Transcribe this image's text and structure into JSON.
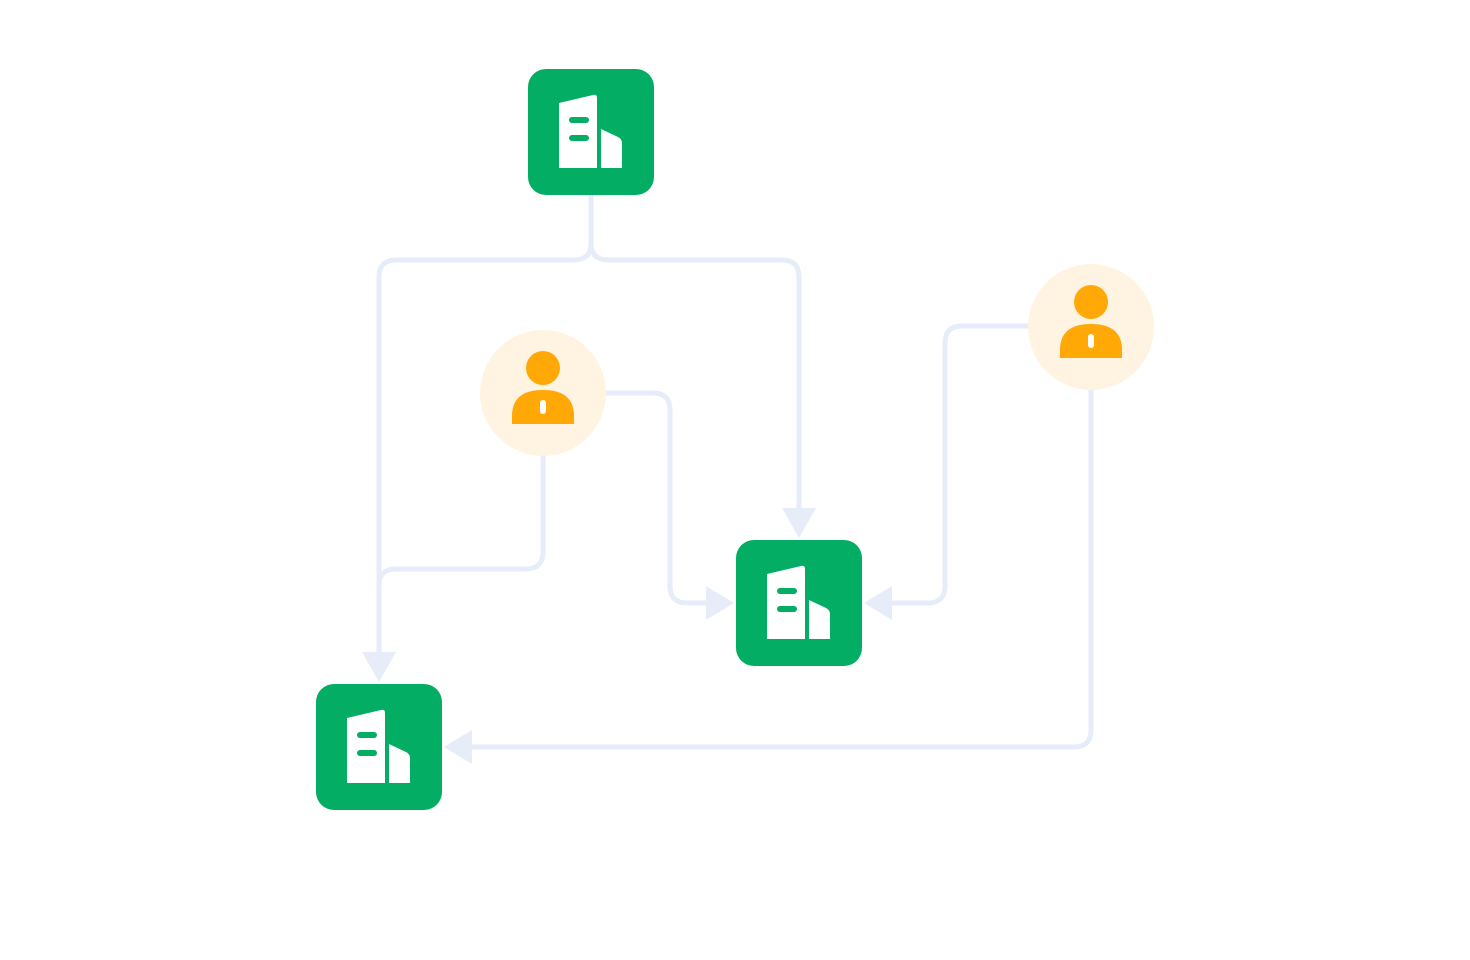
{
  "colors": {
    "company_fill": "#03ad63",
    "company_icon": "#ffffff",
    "person_bg": "#fff4e2",
    "person_icon": "#ffa806",
    "edge": "#e6edf8",
    "background": "#ffffff"
  },
  "nodes": [
    {
      "id": "company-top",
      "type": "company",
      "icon": "building-icon"
    },
    {
      "id": "company-middle",
      "type": "company",
      "icon": "building-icon"
    },
    {
      "id": "company-bottom",
      "type": "company",
      "icon": "building-icon"
    },
    {
      "id": "person-left",
      "type": "person",
      "icon": "person-icon"
    },
    {
      "id": "person-right",
      "type": "person",
      "icon": "person-icon"
    }
  ],
  "edges": [
    {
      "from": "company-top",
      "to": "company-bottom"
    },
    {
      "from": "company-top",
      "to": "company-middle"
    },
    {
      "from": "person-left",
      "to": "company-middle"
    },
    {
      "from": "person-left",
      "to": "company-bottom"
    },
    {
      "from": "person-right",
      "to": "company-middle"
    },
    {
      "from": "person-right",
      "to": "company-bottom"
    }
  ]
}
